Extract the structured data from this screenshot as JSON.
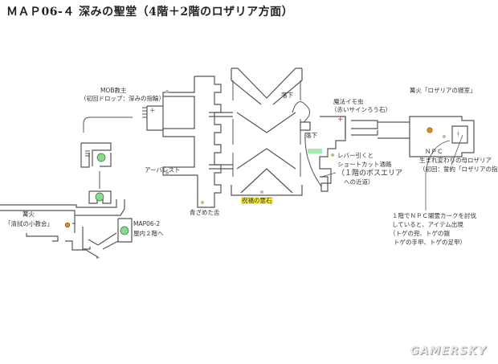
{
  "title": "ＭＡＰ06-４ 深みの聖堂（4階＋2階のロザリア方面）",
  "labels": {
    "mob_drop": "MOB教主",
    "mob_drop_sub": "（初回ドロップ：深みの指輪）",
    "bonfire_cleansing": "篝火",
    "bonfire_cleansing_name": "「清拭の小教会」",
    "map_link": "MAP06-2",
    "map_link_sub": "屋内２階へ",
    "arbalest": "アーバレスト",
    "blue_tongue": "青ざめた舌",
    "blessing_stone": "祝福の霊石",
    "drop1": "落下",
    "drop2": "落下",
    "magic_bug": "魔法イモ虫",
    "magic_bug_sub": "（赤いサインろう石）",
    "lever_1": "レバー引くと",
    "lever_2": "ショートカット通路",
    "lever_3": "（１階のボスエリア",
    "lever_4": "への近道）",
    "bonfire_rosaria": "篝火「ロザリアの寝室」",
    "npc": "ＮＰＣ",
    "npc_name": "生まれ変わりの母ロザリア",
    "npc_sub": "（初回：誓約「ロザリアの指」",
    "note_1": "１階でＮＰＣ闇霊カークを討伐",
    "note_2": "していると、アイテム出現",
    "note_3": "（トゲの兜、トゲの鎧",
    "note_4": "トゲの手甲、トゲの足甲）"
  },
  "colors": {
    "wall": "#555555",
    "elevator": "#7fe08a",
    "bonfire": "#e08a1e",
    "item": "#c9b48a",
    "enemy_mark": "#d0303a",
    "highlight": "#ffef3a",
    "shortcut": "#8fe89a"
  },
  "watermark": "GAMERSKY"
}
